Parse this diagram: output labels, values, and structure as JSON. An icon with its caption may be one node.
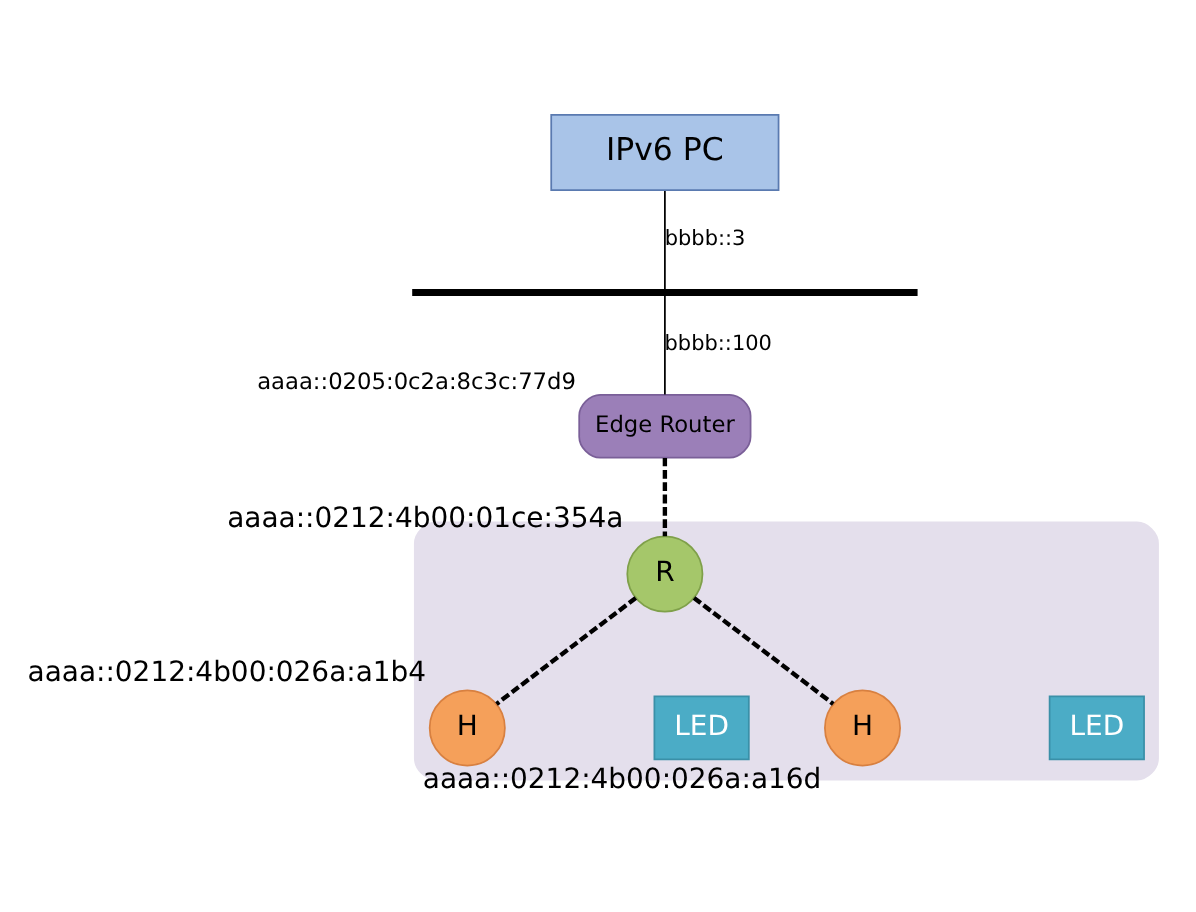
{
  "diagram": {
    "nodes": [
      {
        "text": [
          "IPv6 PC"
        ]
      },
      {
        "text": [],
        "shape": "bar"
      },
      {
        "text": [
          "Edge Router"
        ],
        "beside": [
          "aaaa::0205:0c2a:8c3c:77d9"
        ]
      },
      {
        "text": [],
        "shape": "ellipse"
      },
      {
        "text": [
          "R"
        ],
        "in": 3,
        "beside": [
          "aaaa::0212:4b00:01ce:354a"
        ]
      },
      {
        "text": [
          "H"
        ],
        "in": 3,
        "beside": [
          "aaaa::0212:4b00:026a:a1b4"
        ]
      },
      {
        "text": [
          "LED"
        ],
        "in": 3
      },
      {
        "text": [
          "H"
        ],
        "in": 3,
        "beside": [
          "aaaa::0212:4b00:026a:a16d"
        ]
      },
      {
        "text": [
          "LED"
        ],
        "in": 3
      }
    ],
    "edges": [
      {
        "from": 0,
        "to": 1,
        "arrow": "none",
        "label": "bbbb::3"
      },
      {
        "from": 1,
        "to": 2,
        "arrow": "none",
        "label": "bbbb::100"
      },
      {
        "from": 2,
        "to": 4,
        "arrow": "none",
        "style": "dashed"
      },
      {
        "from": 4,
        "to": 7,
        "arrow": "none",
        "style": "dashed"
      },
      {
        "from": 4,
        "to": 5,
        "arrow": "none",
        "style": "dashed"
      }
    ]
  }
}
